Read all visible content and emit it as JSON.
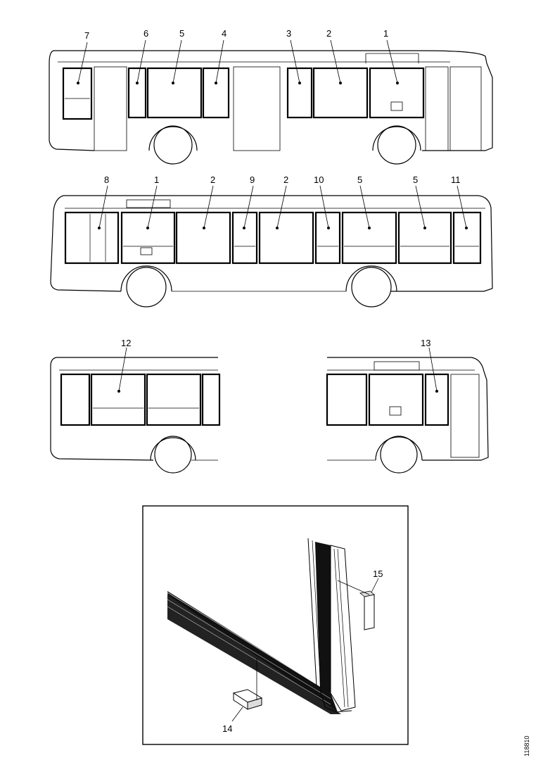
{
  "labels": {
    "l1": "7",
    "l2": "6",
    "l3": "5",
    "l4": "4",
    "l5": "3",
    "l6": "2",
    "l7": "1",
    "l8": "8",
    "l9": "1",
    "l10": "2",
    "l11": "9",
    "l12": "2",
    "l13": "10",
    "l14": "5",
    "l15": "5",
    "l16": "11",
    "l17": "12",
    "l18": "13",
    "l19": "15",
    "l20": "14"
  },
  "figure_code": "118810"
}
